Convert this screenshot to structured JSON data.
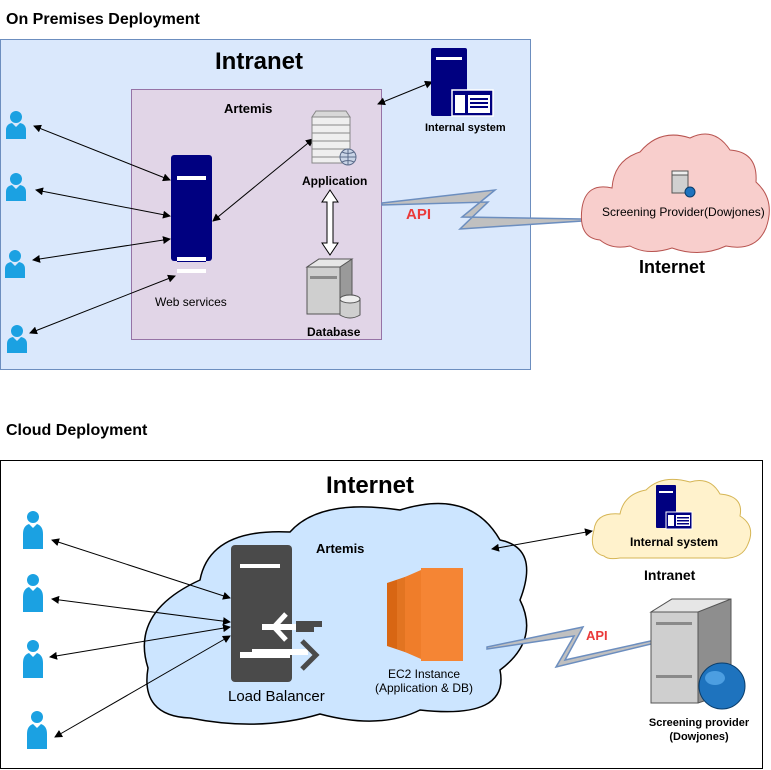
{
  "on_premises": {
    "title": "On Premises Deployment",
    "intranet_label": "Intranet",
    "artemis_label": "Artemis",
    "web_services_label": "Web services",
    "application_label": "Application",
    "database_label": "Database",
    "internal_system_label": "Internal system",
    "api_label": "API",
    "screening_provider_label": "Screening Provider(Dowjones)",
    "internet_label": "Internet"
  },
  "cloud": {
    "title": "Cloud Deployment",
    "internet_label": "Internet",
    "artemis_label": "Artemis",
    "load_balancer_label": "Load Balancer",
    "ec2_label_line1": "EC2 Instance",
    "ec2_label_line2": "(Application & DB)",
    "internal_system_label": "Internal system",
    "intranet_label": "Intranet",
    "api_label": "API",
    "screening_provider_line1": "Screening provider",
    "screening_provider_line2": "(Dowjones)"
  },
  "colors": {
    "intranet_fill": "#dae8fc",
    "intranet_stroke": "#6c8ebf",
    "artemis_fill": "#e1d5e7",
    "artemis_stroke": "#9673a6",
    "cloud_pink": "#f8cecc",
    "cloud_blue": "#cce5ff",
    "cloud_yellow": "#fff2cc",
    "server_navy": "#000080",
    "user_icon": "#1ba1e2",
    "ec2_orange": "#f58534",
    "api_red": "#ea3a3a"
  }
}
